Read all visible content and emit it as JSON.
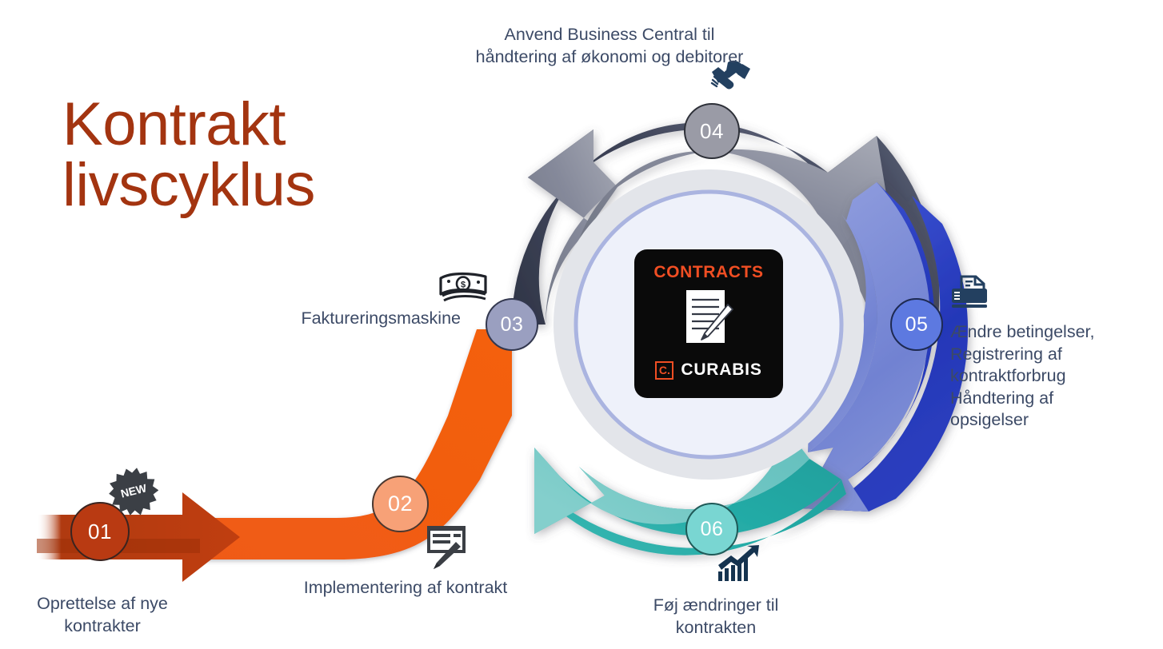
{
  "title": {
    "line1": "Kontrakt",
    "line2": "livscyklus",
    "color": "#a33410"
  },
  "center_logo": {
    "heading": "CONTRACTS",
    "mark": "C.",
    "brand": "CURABIS",
    "heading_color": "#f04e23",
    "background": "#0a0a0a"
  },
  "steps": [
    {
      "number": "01",
      "caption": "Oprettelse af nye kontrakter",
      "icon": "new-badge-icon",
      "badge_text": "NEW",
      "circle_color": "#b93a12"
    },
    {
      "number": "02",
      "caption": "Implementering af kontrakt",
      "icon": "signature-form-icon",
      "circle_color": "#f7a177"
    },
    {
      "number": "03",
      "caption": "Faktureringsmaskine",
      "icon": "money-icon",
      "circle_color": "#9a9fc0"
    },
    {
      "number": "04",
      "caption": "Anvend Business Central til håndtering af økonomi og debitorer",
      "icon": "handshake-icon",
      "circle_color": "#9a9ba6"
    },
    {
      "number": "05",
      "caption": "Ændre betingelser, Registrering af kontraktforbrug Håndtering  af opsigelser",
      "icon": "printer-icon",
      "circle_color": "#5d79e0"
    },
    {
      "number": "06",
      "caption": "Føj ændringer til kontrakten",
      "icon": "growth-chart-icon",
      "circle_color": "#79d6d2"
    }
  ],
  "cycle": {
    "arrows": [
      {
        "name": "slate-arrow",
        "outer": "#343a4d",
        "inner": "#7d818f"
      },
      {
        "name": "blue-arrow",
        "outer": "#2c3fbf",
        "inner": "#7f8fd8"
      },
      {
        "name": "teal-arrow",
        "outer": "#20a5a0",
        "inner": "#6fc4c2"
      }
    ],
    "inner_ring": "#e3e5ea",
    "inner_disc": "#eef1fa",
    "inner_ring_stroke": "#aab4e0",
    "orange_path": {
      "dark": "#b03a10",
      "bright": "#f1560c"
    }
  },
  "caption_color": "#3c4a66"
}
